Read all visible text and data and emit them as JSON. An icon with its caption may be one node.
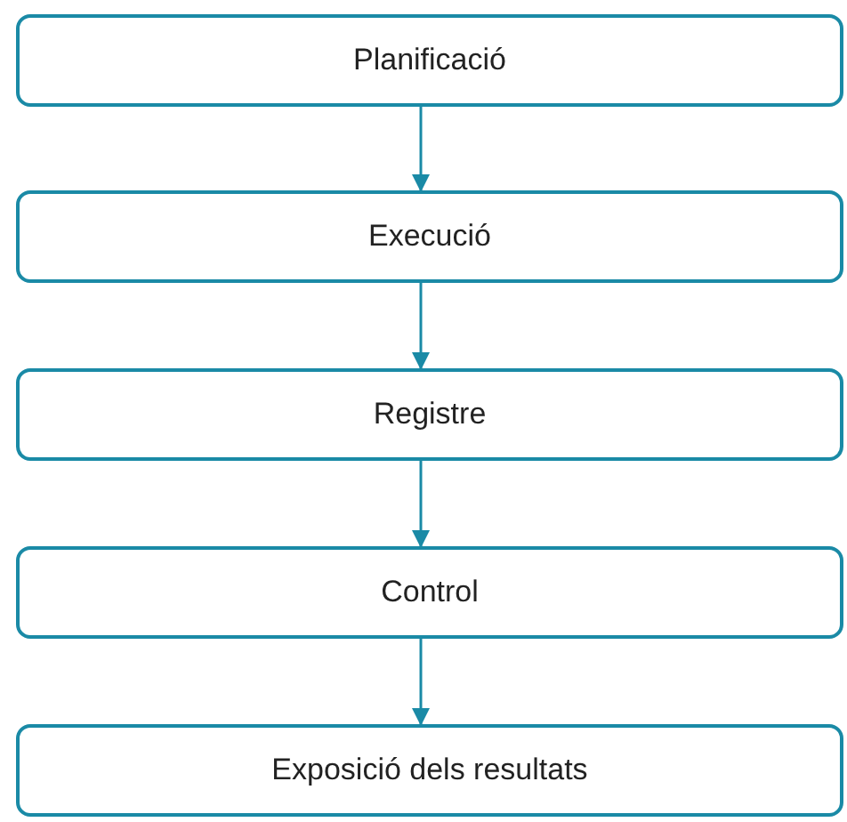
{
  "diagram": {
    "nodes": [
      {
        "text": [
          "Planificació"
        ]
      },
      {
        "text": [
          "Execució"
        ]
      },
      {
        "text": [
          "Registre"
        ]
      },
      {
        "text": [
          "Control"
        ]
      },
      {
        "text": [
          "Exposició dels resultats"
        ]
      }
    ],
    "edges": [
      {
        "from": 0,
        "to": 1,
        "arrow": "to"
      },
      {
        "from": 1,
        "to": 2,
        "arrow": "to"
      },
      {
        "from": 2,
        "to": 3,
        "arrow": "to"
      },
      {
        "from": 3,
        "to": 4,
        "arrow": "to"
      }
    ]
  }
}
